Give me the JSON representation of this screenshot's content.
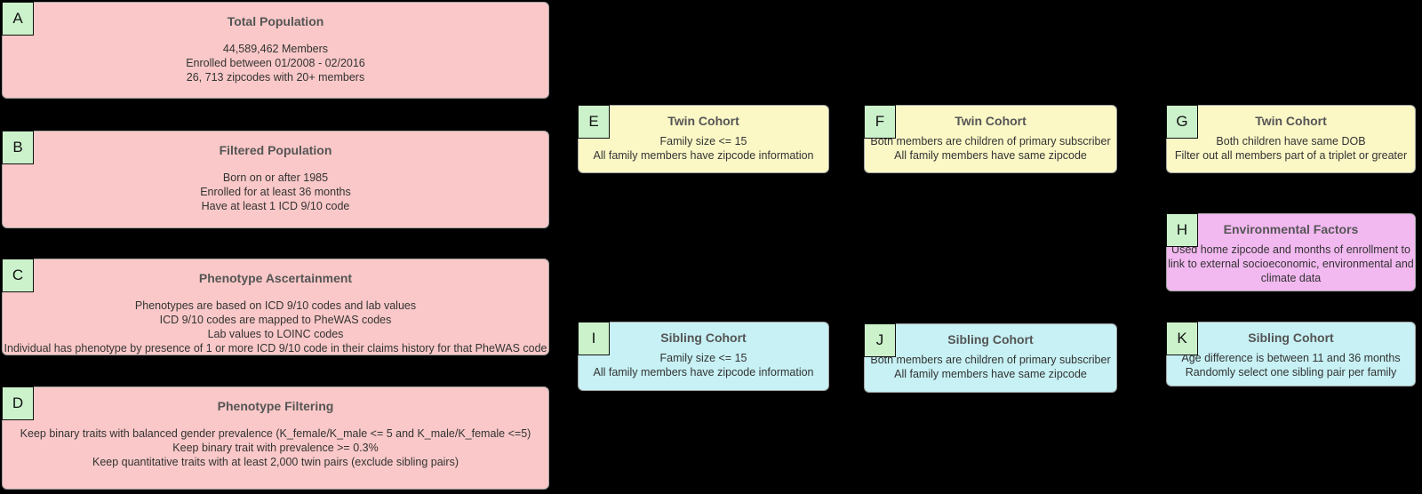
{
  "diagram": {
    "background": "#000000",
    "palette": {
      "population_fill": "#fac8c8",
      "twin_fill": "#fbf8c6",
      "sibling_fill": "#c7f1f4",
      "environment_fill": "#f2b8f0",
      "label_fill": "#ccf2cc",
      "box_border": "#a3a3a3",
      "label_border": "#111111",
      "title_text": "#555555",
      "body_text": "#333333"
    },
    "boxes": [
      {
        "id": "A",
        "title": "Total Population",
        "text": "44,589,462 Members\nEnrolled between 01/2008 - 02/2016\n26, 713 zipcodes with 20+ members"
      },
      {
        "id": "B",
        "title": "Filtered Population",
        "text": "Born on or after 1985\nEnrolled for at least 36 months\nHave at least 1 ICD 9/10 code"
      },
      {
        "id": "C",
        "title": "Phenotype Ascertainment",
        "text": "Phenotypes are based on ICD 9/10 codes and lab values\nICD 9/10 codes are mapped to PheWAS codes\nLab values to LOINC codes\nIndividual has phenotype by presence of 1 or more ICD 9/10 code in their claims history for that PheWAS code"
      },
      {
        "id": "D",
        "title": "Phenotype Filtering",
        "text": "Keep binary traits with balanced gender prevalence (K_female/K_male <= 5 and K_male/K_female <=5)\nKeep binary trait with prevalence >= 0.3%\nKeep quantitative traits with at least 2,000 twin pairs (exclude sibling pairs)"
      },
      {
        "id": "E",
        "title": "Twin Cohort",
        "text": "Family size <= 15\nAll family members have zipcode information"
      },
      {
        "id": "F",
        "title": "Twin Cohort",
        "text": "Both members are children of primary subscriber\nAll family members have same zipcode"
      },
      {
        "id": "G",
        "title": "Twin Cohort",
        "text": "Both children have same DOB\nFilter out all members part of a triplet or greater"
      },
      {
        "id": "H",
        "title": "Environmental Factors",
        "text": "Used home zipcode and months of enrollment to\nlink to external socioeconomic, environmental and\nclimate data"
      },
      {
        "id": "I",
        "title": "Sibling Cohort",
        "text": "Family size <= 15\nAll family members have zipcode information"
      },
      {
        "id": "J",
        "title": "Sibling Cohort",
        "text": "Both members are children of primary subscriber\nAll family members have same zipcode"
      },
      {
        "id": "K",
        "title": "Sibling Cohort",
        "text": "Age difference is between 11 and 36 months\nRandomly select one sibling pair per family"
      }
    ]
  }
}
